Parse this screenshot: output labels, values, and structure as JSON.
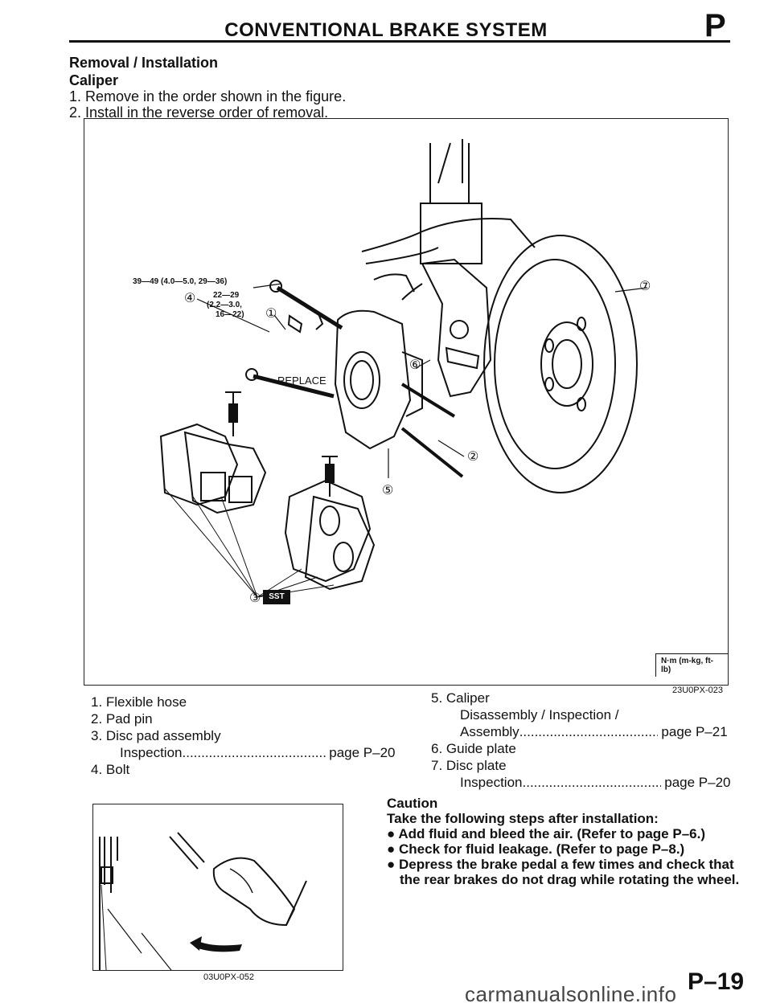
{
  "header": {
    "title": "CONVENTIONAL BRAKE SYSTEM",
    "section_letter": "P"
  },
  "section": {
    "heading": "Removal / Installation",
    "subheading": "Caliper",
    "steps": [
      "1. Remove in the order shown in the figure.",
      "2. Install in the reverse order of removal."
    ]
  },
  "figure1": {
    "torque_a": "39—49 (4.0—5.0, 29—36)",
    "torque_b_line1": "22—29",
    "torque_b_line2": "(2.2—3.0,",
    "torque_b_line3": "16—22)",
    "replace_label": "REPLACE",
    "sst_label": "SST",
    "units": "N·m (m-kg, ft-lb)",
    "code": "23U0PX-023",
    "callouts": [
      "①",
      "②",
      "③",
      "④",
      "⑤",
      "⑥",
      "⑦"
    ]
  },
  "parts_list": {
    "left": [
      {
        "text": "1. Flexible hose"
      },
      {
        "text": "2. Pad pin"
      },
      {
        "text": "3. Disc pad assembly"
      },
      {
        "text": "Inspection",
        "page": "page P–20"
      },
      {
        "text": "4. Bolt"
      }
    ],
    "right": [
      {
        "text": "5. Caliper"
      },
      {
        "text": "Disassembly / Inspection /"
      },
      {
        "text": "Assembly",
        "page": "page P–21"
      },
      {
        "text": "6. Guide plate"
      },
      {
        "text": "7. Disc plate"
      },
      {
        "text": "Inspection",
        "page": "page P–20"
      }
    ],
    "leader_dots": ".................................................."
  },
  "figure2": {
    "code": "03U0PX-052"
  },
  "caution": {
    "title": "Caution",
    "intro": "Take the following steps after installation:",
    "items": [
      "Add fluid and bleed the air. (Refer to page P–6.)",
      "Check for fluid leakage. (Refer to page P–8.)",
      "Depress the brake pedal a few times and check that the rear brakes do not drag while rotating the wheel."
    ],
    "bullet": "●"
  },
  "page_number": "P–19",
  "watermark": "carmanualsonline.info"
}
